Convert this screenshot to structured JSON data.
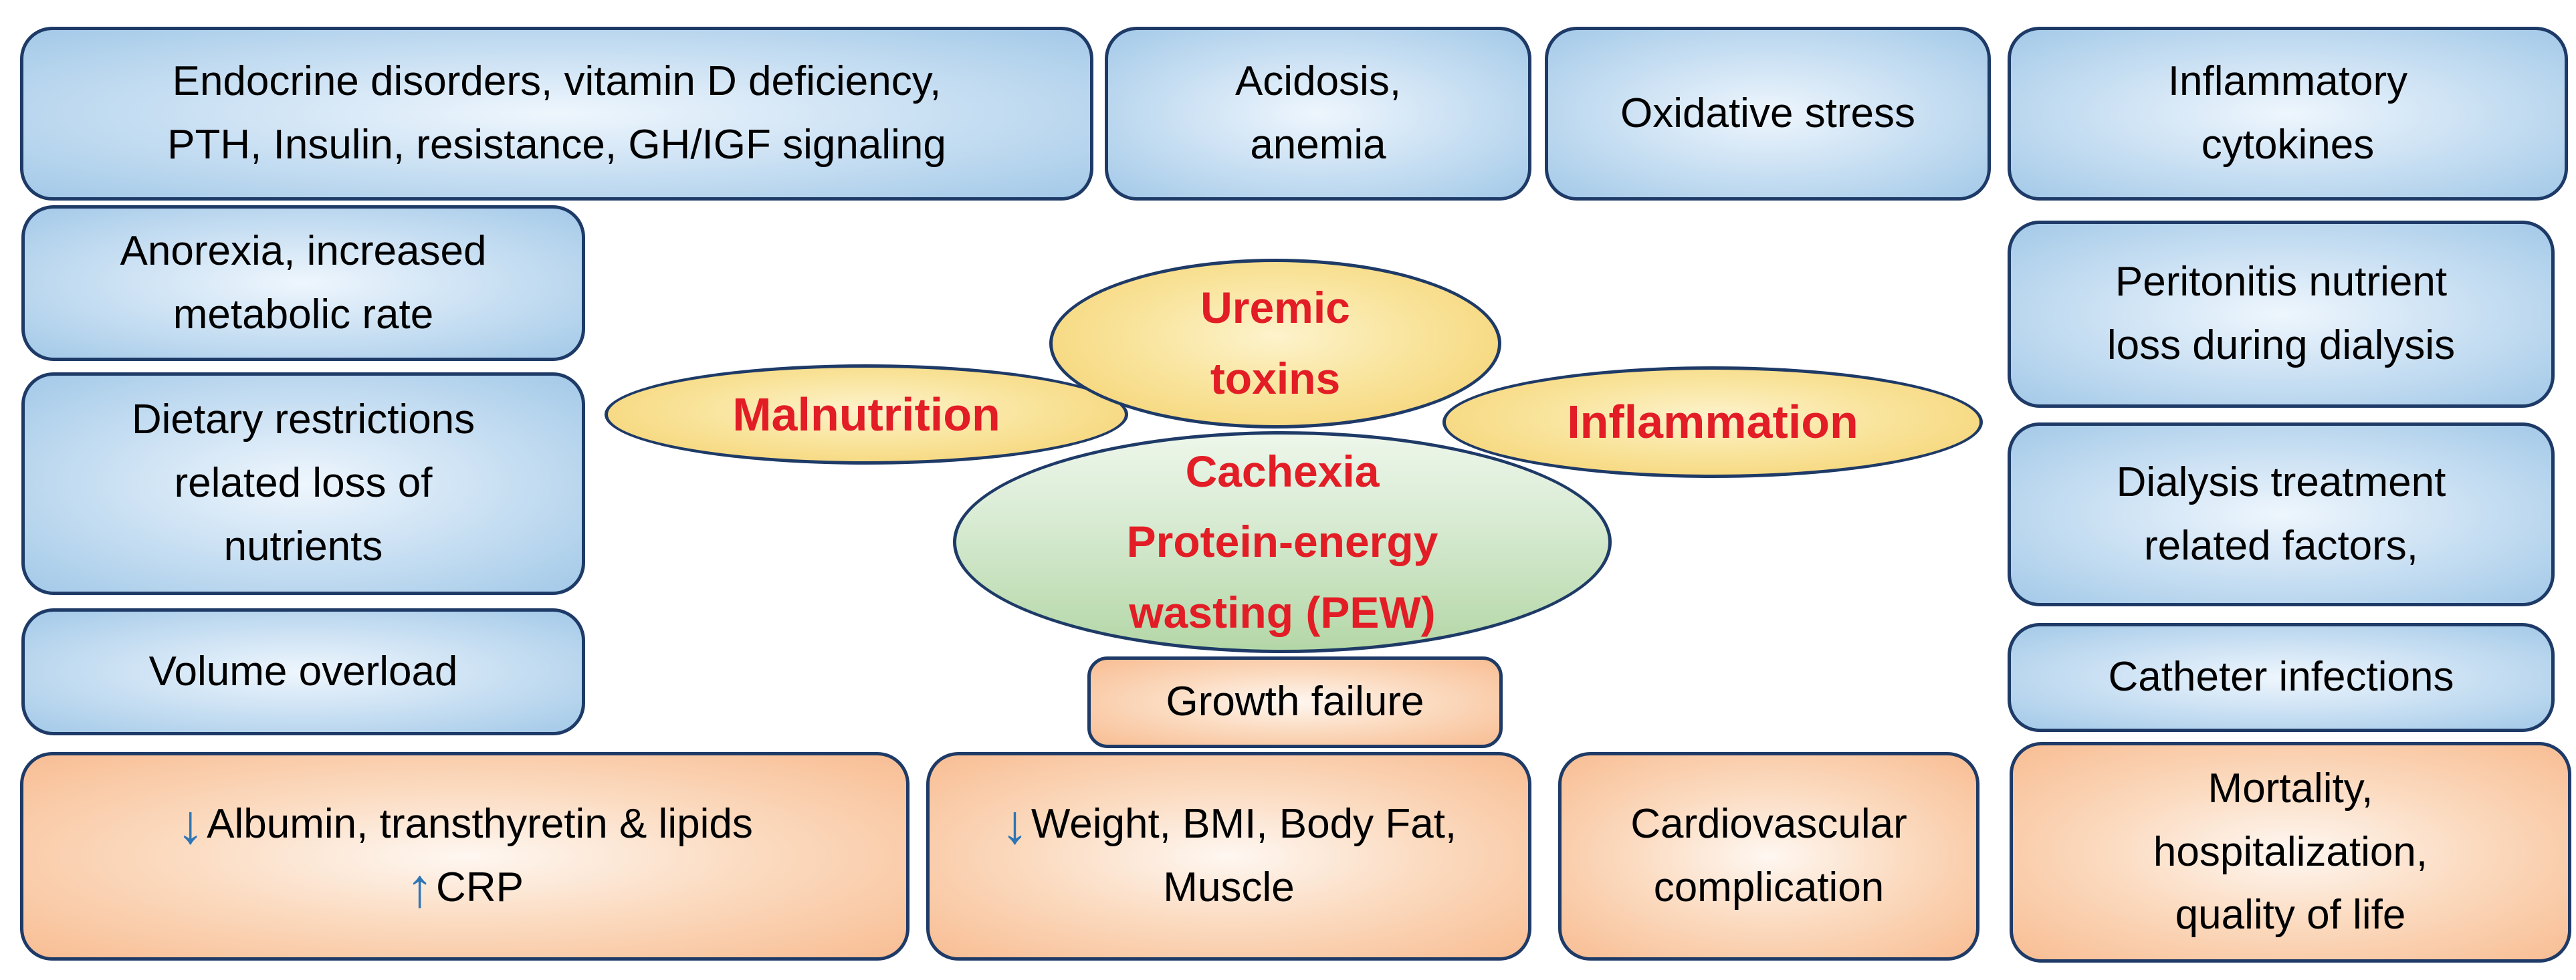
{
  "colors": {
    "border_navy": "#1e3a67",
    "red_text": "#e21d25",
    "arrow_blue": "#2e75b6",
    "blue_edge": "#a3c9e8",
    "blue_center": "#eef6fd",
    "yellow_edge": "#f4cf6b",
    "yellow_center": "#fdf3cc",
    "green_top": "#edf6ea",
    "green_bottom": "#b4d7a7",
    "orange_edge": "#f8bd93",
    "orange_center": "#fef7f1"
  },
  "icons": {
    "down_arrow": "↓",
    "up_arrow": "↑"
  },
  "boxes": {
    "endocrine": {
      "line1": "Endocrine disorders, vitamin D deficiency,",
      "line2": "PTH, Insulin, resistance, GH/IGF signaling"
    },
    "acidosis": {
      "line1": "Acidosis,",
      "line2": "anemia"
    },
    "oxidative": {
      "line1": "Oxidative stress"
    },
    "inflammatory_cytokines": {
      "line1": "Inflammatory",
      "line2": "cytokines"
    },
    "anorexia": {
      "line1": "Anorexia, increased",
      "line2": "metabolic rate"
    },
    "dietary": {
      "line1": "Dietary restrictions",
      "line2": "related loss of",
      "line3": "nutrients"
    },
    "volume": {
      "line1": "Volume overload"
    },
    "peritonitis": {
      "line1": "Peritonitis nutrient",
      "line2": "loss during dialysis"
    },
    "dialysis": {
      "line1": "Dialysis treatment",
      "line2": "related factors,"
    },
    "catheter": {
      "line1": "Catheter infections"
    },
    "growth_failure": {
      "line1": "Growth failure"
    },
    "labs": {
      "line1": "Albumin, transthyretin & lipids",
      "line2": "CRP"
    },
    "body_composition": {
      "line1": "Weight, BMI, Body Fat,",
      "line2": "Muscle"
    },
    "cardiovascular": {
      "line1": "Cardiovascular",
      "line2": "complication"
    },
    "outcomes": {
      "line1": "Mortality,",
      "line2": "hospitalization,",
      "line3": "quality of life"
    }
  },
  "ellipses": {
    "malnutrition": {
      "label": "Malnutrition"
    },
    "uremic_toxins": {
      "line1": "Uremic",
      "line2": "toxins"
    },
    "inflammation": {
      "label": "Inflammation"
    },
    "cachexia_pew": {
      "line1": "Cachexia",
      "line2": "Protein-energy",
      "line3": "wasting (PEW)"
    }
  }
}
